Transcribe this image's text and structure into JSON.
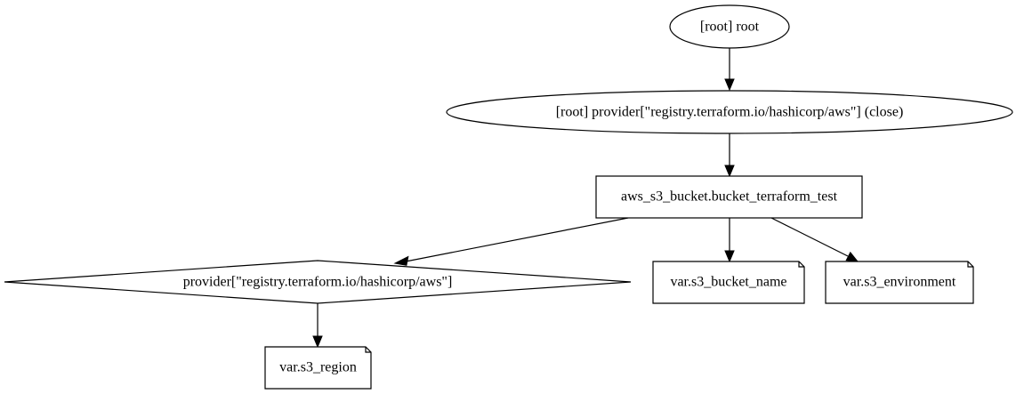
{
  "graph": {
    "nodes": {
      "root": {
        "label": "[root] root",
        "shape": "ellipse"
      },
      "provider_close": {
        "label": "[root] provider[\"registry.terraform.io/hashicorp/aws\"] (close)",
        "shape": "ellipse"
      },
      "bucket": {
        "label": "aws_s3_bucket.bucket_terraform_test",
        "shape": "box"
      },
      "provider": {
        "label": "provider[\"registry.terraform.io/hashicorp/aws\"]",
        "shape": "diamond"
      },
      "bucket_name": {
        "label": "var.s3_bucket_name",
        "shape": "note"
      },
      "environment": {
        "label": "var.s3_environment",
        "shape": "note"
      },
      "region": {
        "label": "var.s3_region",
        "shape": "note"
      }
    },
    "edges": [
      {
        "from": "root",
        "to": "provider_close"
      },
      {
        "from": "provider_close",
        "to": "bucket"
      },
      {
        "from": "bucket",
        "to": "provider"
      },
      {
        "from": "bucket",
        "to": "bucket_name"
      },
      {
        "from": "bucket",
        "to": "environment"
      },
      {
        "from": "provider",
        "to": "region"
      }
    ],
    "colors": {
      "stroke": "#000000",
      "fill": "#ffffff",
      "text": "#000000"
    }
  }
}
